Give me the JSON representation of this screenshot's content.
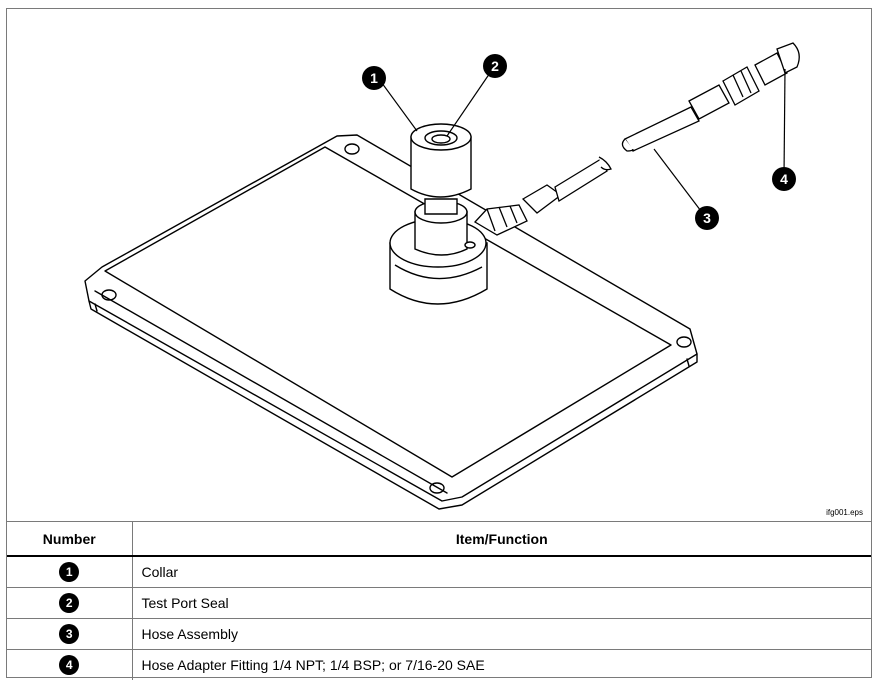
{
  "figure": {
    "file_label": "ifg001.eps",
    "callouts": [
      "1",
      "2",
      "3",
      "4"
    ]
  },
  "table": {
    "headers": {
      "number": "Number",
      "item": "Item/Function"
    },
    "rows": [
      {
        "number": "1",
        "item": "Collar"
      },
      {
        "number": "2",
        "item": "Test Port Seal"
      },
      {
        "number": "3",
        "item": "Hose Assembly"
      },
      {
        "number": "4",
        "item": "Hose Adapter Fitting 1/4 NPT; 1/4 BSP; or 7/16-20 SAE"
      }
    ]
  },
  "colors": {
    "ink": "#000000",
    "border": "#7a7a7a",
    "badge_text": "#ffffff"
  }
}
